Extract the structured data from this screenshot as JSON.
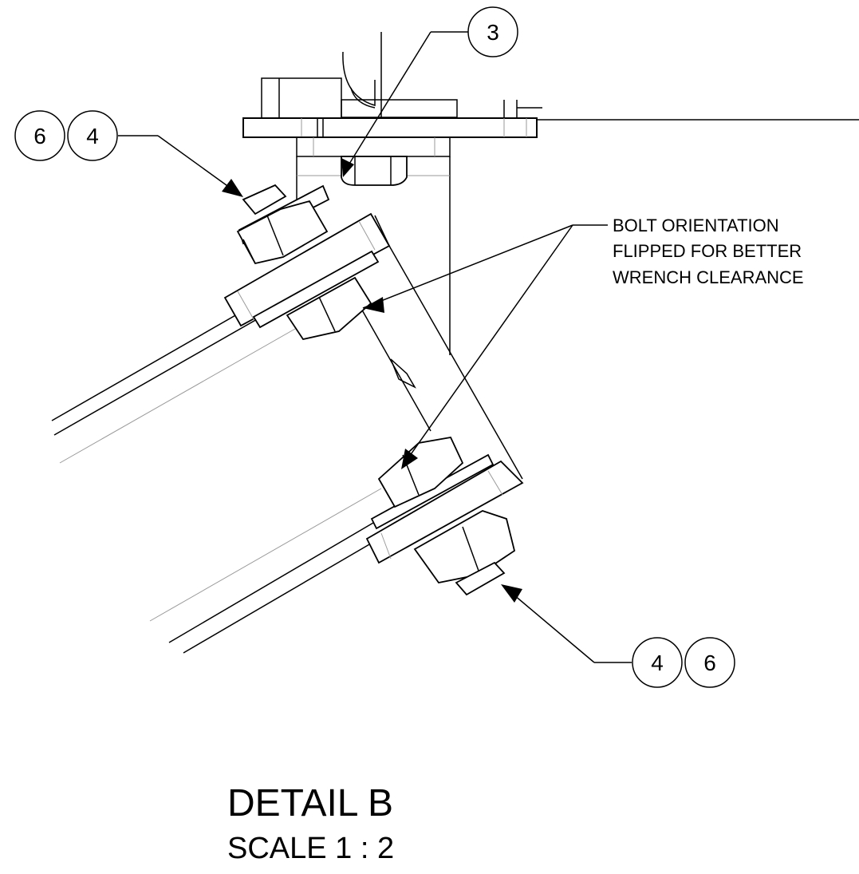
{
  "balloons": {
    "top": "3",
    "upper_left_a": "6",
    "upper_left_b": "4",
    "lower_right_a": "4",
    "lower_right_b": "6"
  },
  "note": {
    "line1": "BOLT ORIENTATION",
    "line2": "FLIPPED FOR BETTER",
    "line3": "WRENCH CLEARANCE"
  },
  "detail": {
    "title": "DETAIL B",
    "scale": "SCALE 1 : 2"
  }
}
